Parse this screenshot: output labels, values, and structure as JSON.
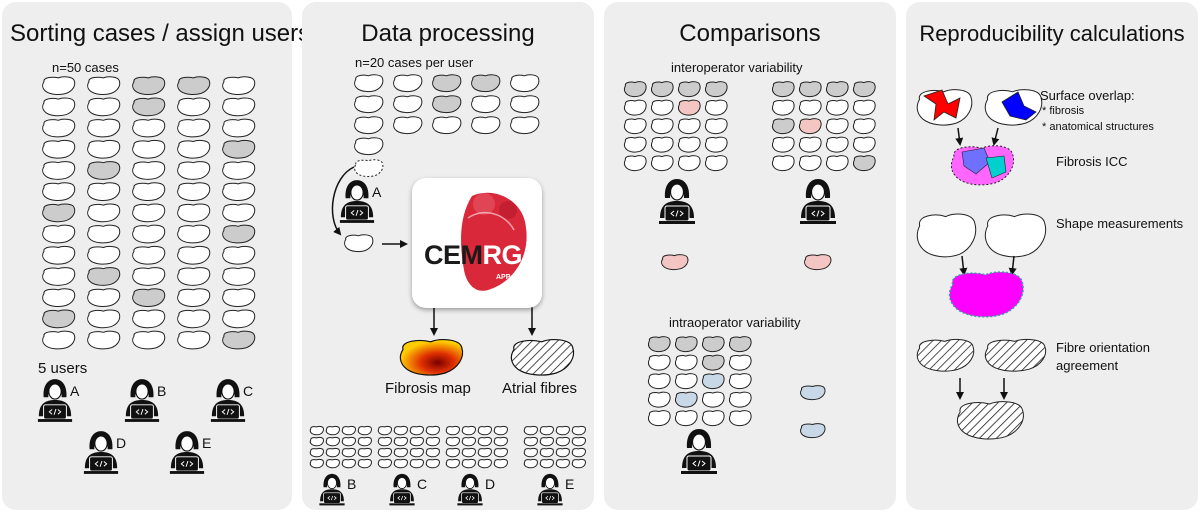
{
  "panels": [
    {
      "title": "Sorting cases / assign users",
      "cases_label": "n=50 cases",
      "users_label": "5 users",
      "users": [
        "A",
        "B",
        "C",
        "D",
        "E"
      ]
    },
    {
      "title": "Data processing",
      "cases_label": "n=20 cases per user",
      "user": "A",
      "logo_main": "CEM",
      "logo_accent": "RG",
      "logo_sub": "APP",
      "output_fibrosis": "Fibrosis map",
      "output_fibres": "Atrial fibres",
      "other_users": [
        "B",
        "C",
        "D",
        "E"
      ]
    },
    {
      "title": "Comparisons",
      "inter_label": "interoperator variability",
      "intra_label": "intraoperator variability"
    },
    {
      "title": "Reproducibility calculations",
      "surface_overlap": "Surface overlap:",
      "bullet_1": "* fibrosis",
      "bullet_2": "* anatomical structures",
      "fibrosis_icc": "Fibrosis ICC",
      "shape_measurements": "Shape measurements",
      "fibre_orientation_1": "Fibre orientation",
      "fibre_orientation_2": "agreement"
    }
  ],
  "colors": {
    "panel_bg": "#eeeeee",
    "case_grey": "#cccccc",
    "case_pink": "#f3c6c3",
    "case_blue": "#c9d8e6",
    "fibrosis_red": "#ff0000",
    "fibrosis_blue": "#0000ff",
    "overlap_magenta": "#ff00ff",
    "cemrg_red": "#d8283a"
  }
}
